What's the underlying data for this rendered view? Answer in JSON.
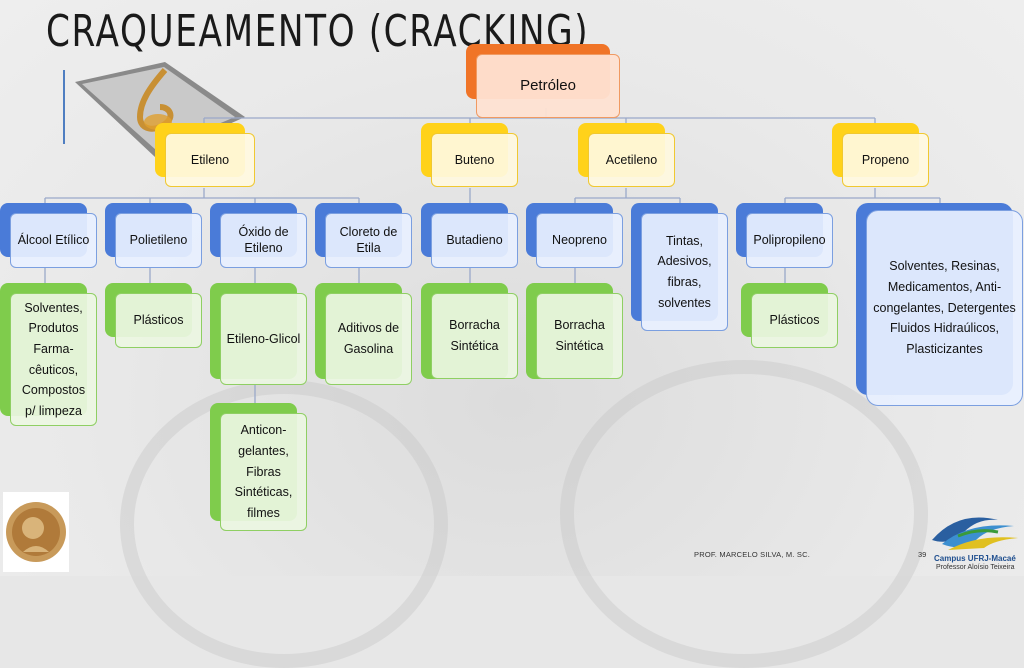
{
  "title": "CRAQUEAMENTO (CRACKING)",
  "root": "Petróleo",
  "level1": [
    "Etileno",
    "Buteno",
    "Acetileno",
    "Propeno"
  ],
  "level2": [
    "Álcool Etílico",
    "Polietileno",
    "Óxido de Etileno",
    "Cloreto de Etila",
    "Butadieno",
    "Neopreno",
    "Tintas, Adesivos, fibras, solventes",
    "Polipropileno",
    "Solventes, Resinas, Medicamentos, Anti-congelantes, Detergentes Fluidos Hidraúlicos, Plasticizantes"
  ],
  "level3": [
    "Solventes, Produtos Farma-cêuticos, Compostos p/ limpeza",
    "Plásticos",
    "Etileno-Glicol",
    "Aditivos de Gasolina",
    "Borracha Sintética",
    "Borracha Sintética",
    "Plásticos"
  ],
  "level4": [
    "Anticon-gelantes, Fibras Sintéticas, filmes"
  ],
  "footer": "PROF. MARCELO SILVA, M. SC.",
  "page_number": "39",
  "logo_text": [
    "Campus UFRJ-Macaé",
    "Professor Aloísio Teixeira"
  ],
  "colors": {
    "root": "#f07427",
    "level1": "#ffd21a",
    "category": "#4a7bd8",
    "product": "#7fcc4c",
    "line": "#4f7ec1"
  }
}
